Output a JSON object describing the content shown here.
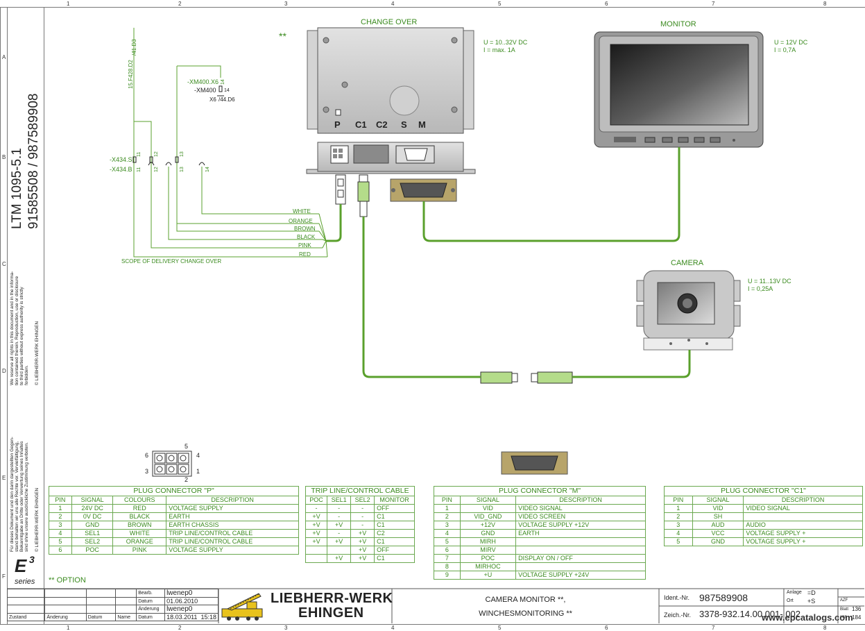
{
  "grid": {
    "columns": [
      "1",
      "2",
      "3",
      "4",
      "5",
      "6",
      "7",
      "8"
    ],
    "rows": [
      "A",
      "B",
      "C",
      "D",
      "E",
      "F"
    ]
  },
  "sidebar": {
    "model": "LTM 1095-5.1",
    "numbers": "91585508  /  987589908",
    "rights_en": [
      "We reserve all rights in this document and in the informa-",
      "tion contained therein. Reproduction, use or disclosure",
      "to third parties without express authority is strictly",
      "forbidden.",
      "© LIEBHERR-WERK EHINGEN"
    ],
    "rights_de": [
      "Für dieses Dokument und den darin dargestellten Gegen-",
      "stand behalten wir uns alle Rechte vor. Vervielfältigung,",
      "Bekanntgabe an Dritte oder Verwertung seines Inhaltes",
      "sind ohne unsere ausdrückliche Zustimmung verboten.",
      "© LIEBHERR-WERK EHINGEN"
    ],
    "series_logo": "E",
    "series_sup": "3",
    "series_label": "series"
  },
  "diagram": {
    "option_marker": "**",
    "option_label": "** OPTION",
    "change_over": {
      "title": "CHANGE OVER",
      "spec_u": "U = 10..32V DC",
      "spec_i": "I = max. 1A",
      "ports": [
        "P",
        "C1",
        "C2",
        "S",
        "M"
      ]
    },
    "monitor": {
      "title": "MONITOR",
      "spec_u": "U = 12V DC",
      "spec_i": "I = 0,7A"
    },
    "camera": {
      "title": "CAMERA",
      "spec_u": "U = 11..13V DC",
      "spec_i": "I = 0,25A"
    },
    "refs": {
      "d3": "/41.D3",
      "f428": "15.F428.D2",
      "xm400x6": "-XM400.X6",
      "xm400": "-XM400",
      "x6": "X6",
      "d6": "/44.D6",
      "pin14a": "14",
      "pin14b": "14",
      "x434s": "-X434.S",
      "x434b": "-X434.B",
      "p11a": "11",
      "p11b": "11",
      "p12a": "12",
      "p12b": "12",
      "p13a": "13",
      "p13b": "13",
      "p14c": "14"
    },
    "wires": [
      "WHITE",
      "ORANGE",
      "BROWN",
      "BLACK",
      "PINK",
      "RED"
    ],
    "scope": "SCOPE OF DELIVERY CHANGE OVER",
    "plug_pins": [
      "5",
      "6",
      "4",
      "3",
      "1",
      "2"
    ]
  },
  "tables": {
    "plug_p": {
      "title": "PLUG CONNECTOR \"P\"",
      "headers": [
        "PIN",
        "SIGNAL",
        "COLOURS",
        "DESCRIPTION"
      ],
      "rows": [
        [
          "1",
          "24V DC",
          "RED",
          "VOLTAGE SUPPLY"
        ],
        [
          "2",
          "0V DC",
          "BLACK",
          "EARTH"
        ],
        [
          "3",
          "GND",
          "BROWN",
          "EARTH CHASSIS"
        ],
        [
          "4",
          "SEL1",
          "WHITE",
          "TRIP LINE/CONTROL CABLE"
        ],
        [
          "5",
          "SEL2",
          "ORANGE",
          "TRIP LINE/CONTROL CABLE"
        ],
        [
          "6",
          "POC",
          "PINK",
          "VOLTAGE SUPPLY"
        ]
      ]
    },
    "trip_line": {
      "title": "TRIP LINE/CONTROL CABLE",
      "headers": [
        "POC",
        "SEL1",
        "SEL2",
        "MONITOR"
      ],
      "rows": [
        [
          "-",
          "-",
          "-",
          "OFF"
        ],
        [
          "+V",
          "-",
          "-",
          "C1"
        ],
        [
          "+V",
          "+V",
          "-",
          "C1"
        ],
        [
          "+V",
          "-",
          "+V",
          "C2"
        ],
        [
          "+V",
          "+V",
          "+V",
          "C1"
        ],
        [
          "",
          "",
          "+V",
          "OFF"
        ],
        [
          "",
          "+V",
          "+V",
          "C1"
        ]
      ]
    },
    "plug_m": {
      "title": "PLUG CONNECTOR \"M\"",
      "headers": [
        "PIN",
        "SIGNAL",
        "DESCRIPTION"
      ],
      "rows": [
        [
          "1",
          "VID",
          "VIDEO SIGNAL"
        ],
        [
          "2",
          "VID_GND",
          "VIDEO SCREEN"
        ],
        [
          "3",
          "+12V",
          "VOLTAGE SUPPLY +12V"
        ],
        [
          "4",
          "GND",
          "EARTH"
        ],
        [
          "5",
          "MIRH",
          ""
        ],
        [
          "6",
          "MIRV",
          ""
        ],
        [
          "7",
          "POC",
          "DISPLAY ON / OFF"
        ],
        [
          "8",
          "MIRHOC",
          ""
        ],
        [
          "9",
          "+U",
          "VOLTAGE SUPPLY +24V"
        ]
      ]
    },
    "plug_c1": {
      "title": "PLUG CONNECTOR \"C1\"",
      "headers": [
        "PIN",
        "SIGNAL",
        "DESCRIPTION"
      ],
      "rows": [
        [
          "1",
          "VID",
          "VIDEO SIGNAL"
        ],
        [
          "2",
          "SH",
          ""
        ],
        [
          "3",
          "AUD",
          "AUDIO"
        ],
        [
          "4",
          "VCC",
          "VOLTAGE SUPPLY +"
        ],
        [
          "5",
          "GND",
          "VOLTAGE SUPPLY +"
        ]
      ]
    }
  },
  "title_block": {
    "bearb_label": "Bearb.",
    "bearb_value": "lwenep0",
    "datum_label": "Datum",
    "datum_value": "01.06.2010",
    "aenderung_label": "Änderung",
    "aenderung_value": "lwenep0",
    "datum2_label": "Datum",
    "datum2_value": "18.03.2011",
    "time_value": "15:18",
    "footer_labels": [
      "Zustand",
      "Änderung",
      "Datum",
      "Name"
    ],
    "company_line1": "LIEBHERR-WERK",
    "company_line2": "EHINGEN",
    "drawing_title1": "CAMERA MONITOR **,",
    "drawing_title2": "WINCHESMONITORING **",
    "ident_label": "Ident.-Nr.",
    "ident_value": "987589908",
    "zeich_label": "Zeich.-Nr.",
    "zeich_value": "3378-932.14.00.001- 002",
    "anlage_label": "Anlage",
    "anlage_value": "=D",
    "ort_label": "Ort",
    "ort_value": "+S",
    "azf_label": "AZF",
    "blatt_label": "Blatt",
    "blatt_value": "136",
    "von_label": "von",
    "von_value": "184",
    "watermark": "www.epcatalogs.com"
  }
}
